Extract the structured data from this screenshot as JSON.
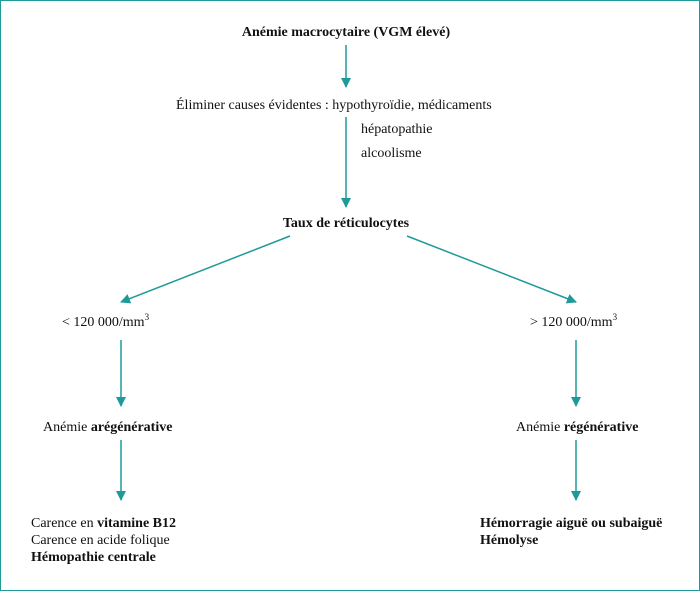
{
  "colors": {
    "arrow": "#1f9a9a",
    "frame": "#1f9a9a",
    "text": "#111111"
  },
  "top": {
    "title": "Anémie macrocytaire (VGM élevé)"
  },
  "exclude": {
    "line1": "Éliminer causes évidentes : hypothyroïdie, médicaments",
    "line2": "hépatopathie",
    "line3": "alcoolisme"
  },
  "retic": {
    "title": "Taux de réticulocytes"
  },
  "left": {
    "threshold": "< 120 000/mm",
    "threshold_exp": "3",
    "anemia_prefix": "Anémie ",
    "anemia_type": "arégénérative",
    "cause1_prefix": "Carence en ",
    "cause1_bold": "vitamine B12",
    "cause2": "Carence en acide folique",
    "cause3": "Hémopathie centrale"
  },
  "right": {
    "threshold": "> 120 000/mm",
    "threshold_exp": "3",
    "anemia_prefix": "Anémie ",
    "anemia_type": "régénérative",
    "cause1": "Hémorragie aiguë ou subaiguë",
    "cause2": "Hémolyse"
  }
}
